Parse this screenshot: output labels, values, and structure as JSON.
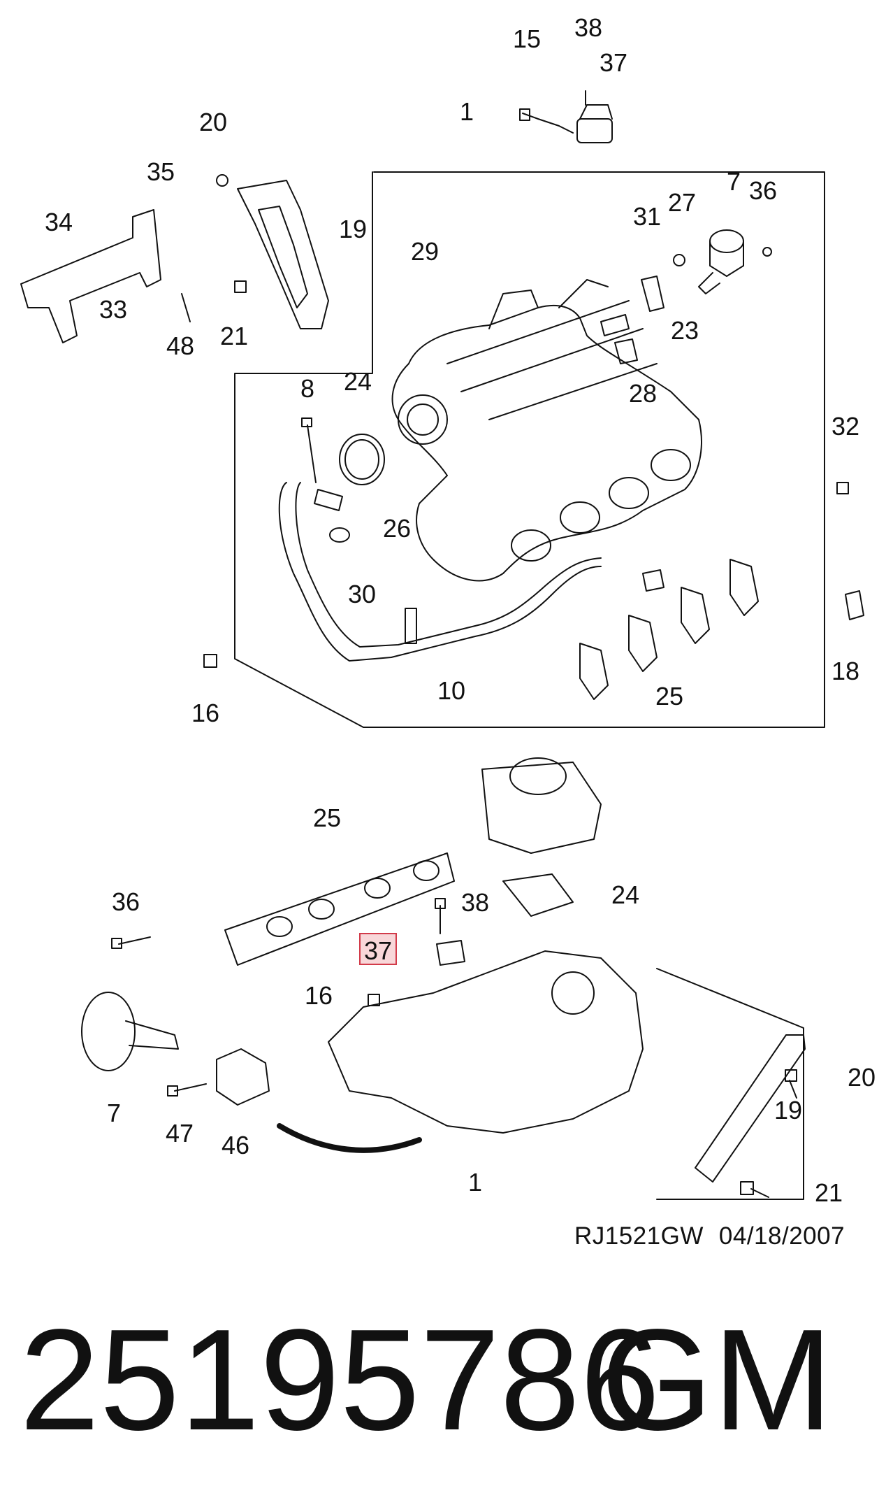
{
  "diagram": {
    "upper_callouts": [
      "1",
      "15",
      "38",
      "37",
      "20",
      "35",
      "34",
      "19",
      "33",
      "48",
      "21",
      "29",
      "31",
      "27",
      "7",
      "36",
      "23",
      "28",
      "8",
      "24",
      "26",
      "32",
      "30",
      "16",
      "10",
      "25",
      "18"
    ],
    "lower_callouts": [
      "25",
      "24",
      "36",
      "38",
      "37",
      "16",
      "7",
      "47",
      "46",
      "20",
      "19",
      "1",
      "21"
    ],
    "highlighted_callout": "37",
    "highlight_color": "#d23b4a"
  },
  "footer": {
    "drawing_code": "RJ1521GW",
    "drawing_date": "04/18/2007",
    "part_number": "25195786",
    "manufacturer": "GM"
  }
}
